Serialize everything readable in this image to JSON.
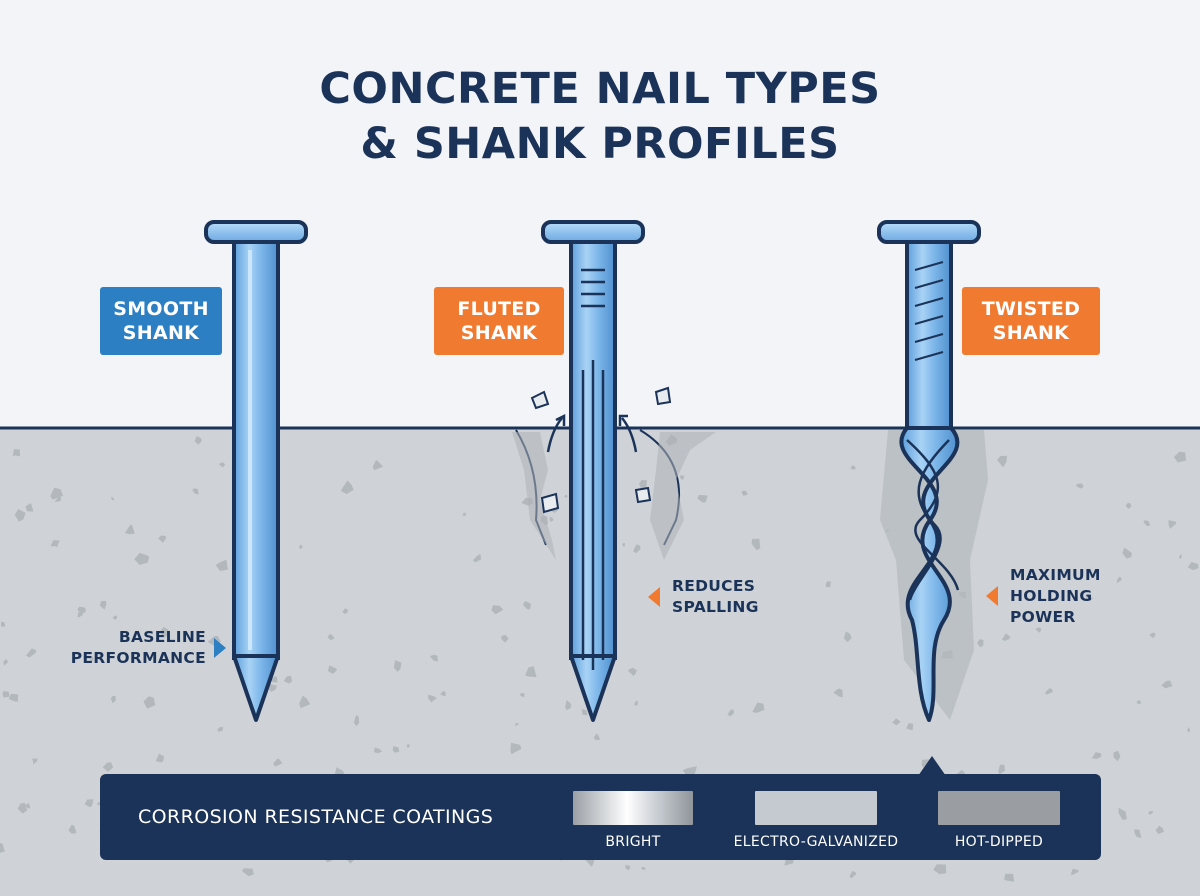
{
  "title": {
    "line1": "CONCRETE NAIL TYPES",
    "line2": "& SHANK PROFILES"
  },
  "nails": [
    {
      "name_line1": "SMOOTH",
      "name_line2": "SHANK",
      "note_lines": [
        "BASELINE",
        "PERFORMANCE"
      ],
      "tag_color": "#2d7fc4"
    },
    {
      "name_line1": "FLUTED",
      "name_line2": "SHANK",
      "note_lines": [
        "REDUCES",
        "SPALLING"
      ],
      "tag_color": "#ef7a30"
    },
    {
      "name_line1": "TWISTED",
      "name_line2": "SHANK",
      "note_lines": [
        "MAXIMUM",
        "HOLDING",
        "POWER"
      ],
      "tag_color": "#ef7a30"
    }
  ],
  "coatings": {
    "title": "CORROSION RESISTANCE COATINGS",
    "items": [
      {
        "label": "BRIGHT",
        "color": "#d9dde2"
      },
      {
        "label": "ELECTRO-GALVANIZED",
        "color": "#c4cacf"
      },
      {
        "label": "HOT-DIPPED",
        "color": "#9a9ea3"
      }
    ]
  },
  "colors": {
    "navy": "#1b3358",
    "blue": "#2d7fc4",
    "orange": "#ef7a30",
    "nail_fill": "#7fb8ea",
    "concrete": "#cfd3d7",
    "background": "#f2f4f7"
  }
}
